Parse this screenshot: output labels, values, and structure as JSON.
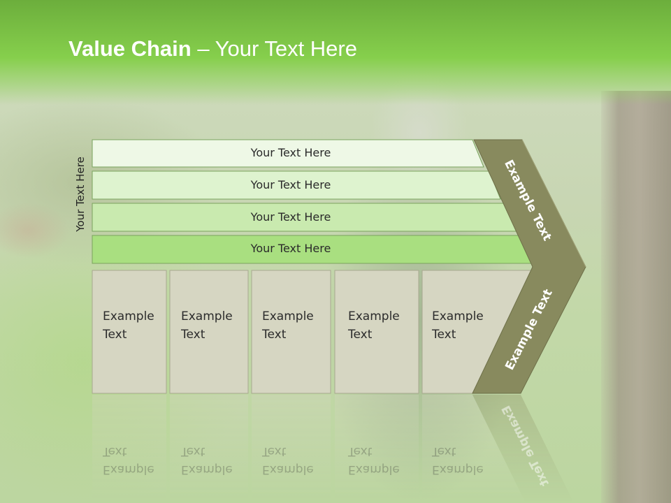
{
  "slide": {
    "title_bold": "Value Chain",
    "title_rest": " – Your Text Here",
    "side_label": "Your Text Here"
  },
  "bands": [
    {
      "label": "Your Text Here",
      "color": "#eef8e6"
    },
    {
      "label": "Your Text Here",
      "color": "#def3cf"
    },
    {
      "label": "Your Text Here",
      "color": "#c9eaaf"
    },
    {
      "label": "Your Text Here",
      "color": "#a9df80"
    }
  ],
  "columns": [
    {
      "line1": "Example",
      "line2": "Text"
    },
    {
      "line1": "Example",
      "line2": "Text"
    },
    {
      "line1": "Example",
      "line2": "Text"
    },
    {
      "line1": "Example",
      "line2": "Text"
    },
    {
      "line1": "Example",
      "line2": "Text"
    }
  ],
  "chevron": {
    "upper_label": "Example Text",
    "lower_label": "Example Text",
    "color": "#888a5e"
  },
  "colors": {
    "header_green": "#7cc046",
    "column_fill": "#d6d6c2",
    "band_border": "#7aa35e"
  }
}
